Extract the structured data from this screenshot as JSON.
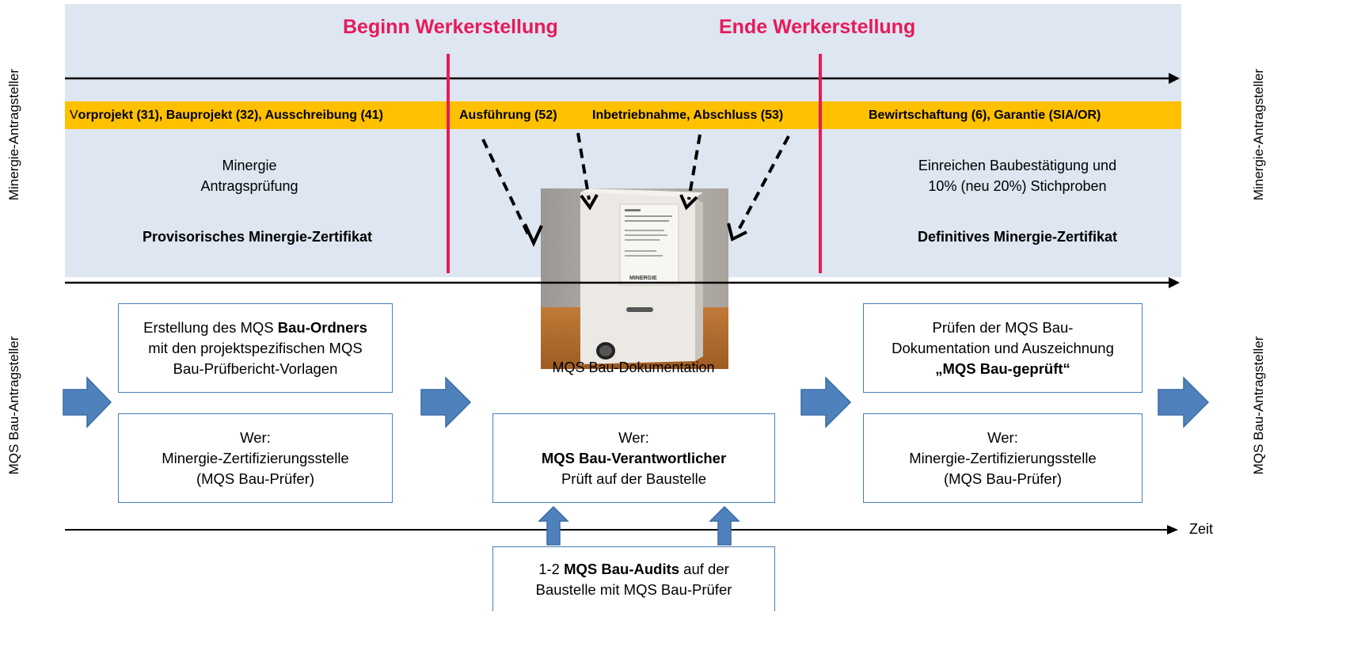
{
  "headings": {
    "begin": "Beginn Werkerstellung",
    "end": "Ende Werkerstellung"
  },
  "side_labels": {
    "top_left": "Minergie-Antragsteller",
    "top_right": "Minergie-Antragsteller",
    "bottom_left": "MQS Bau-Antragsteller",
    "bottom_right": "MQS Bau-Antragsteller"
  },
  "phases": [
    {
      "prefix": "V",
      "rest": "orprojekt (31), Bauprojekt (32), Ausschreibung (41)"
    },
    {
      "prefix": "",
      "rest": "Ausführung (52)"
    },
    {
      "prefix": "",
      "rest": "Inbetriebnahme, Abschluss (53)"
    },
    {
      "prefix": "",
      "rest": "Bewirtschaftung (6), Garantie (SIA/OR)"
    }
  ],
  "minergie_left": {
    "line1": "Minergie",
    "line2": "Antragsprüfung",
    "certificate": "Provisorisches Minergie-Zertifikat"
  },
  "minergie_right": {
    "line1": "Einreichen Baubestätigung und",
    "line2": "10% (neu 20%) Stichproben",
    "certificate": "Definitives Minergie-Zertifikat"
  },
  "photo": {
    "caption": "MQS Bau-Dokumentation",
    "binder_label": "MINERGIE"
  },
  "boxes": {
    "left_task": {
      "line1_a": "Erstellung des MQS ",
      "line1_b": "Bau-Ordners",
      "line2": "mit den projektspezifischen MQS",
      "line3": "Bau-Prüfbericht-Vorlagen"
    },
    "left_who": {
      "line1": "Wer:",
      "line2": "Minergie-Zertifizierungsstelle",
      "line3": "(MQS Bau-Prüfer)"
    },
    "center_who": {
      "line1": "Wer:",
      "line2": "MQS Bau-Verantwortlicher",
      "line3": "Prüft auf der Baustelle"
    },
    "right_task": {
      "line1": "Prüfen der MQS Bau-",
      "line2": "Dokumentation und Auszeichnung",
      "line3": "„MQS Bau-geprüft“"
    },
    "right_who": {
      "line1": "Wer:",
      "line2": "Minergie-Zertifizierungsstelle",
      "line3": "(MQS Bau-Prüfer)"
    },
    "audit": {
      "line1_a": "1-2 ",
      "line1_b": "MQS Bau-Audits",
      "line1_c": " auf der",
      "line2": "Baustelle mit MQS Bau-Prüfer"
    }
  },
  "axis": {
    "time_label": "Zeit"
  },
  "colors": {
    "panel": "#dde6f1",
    "band": "#ffc000",
    "red": "#e8195a",
    "blue_arrow": "#4f81bd",
    "box_border": "#4a7dba"
  }
}
